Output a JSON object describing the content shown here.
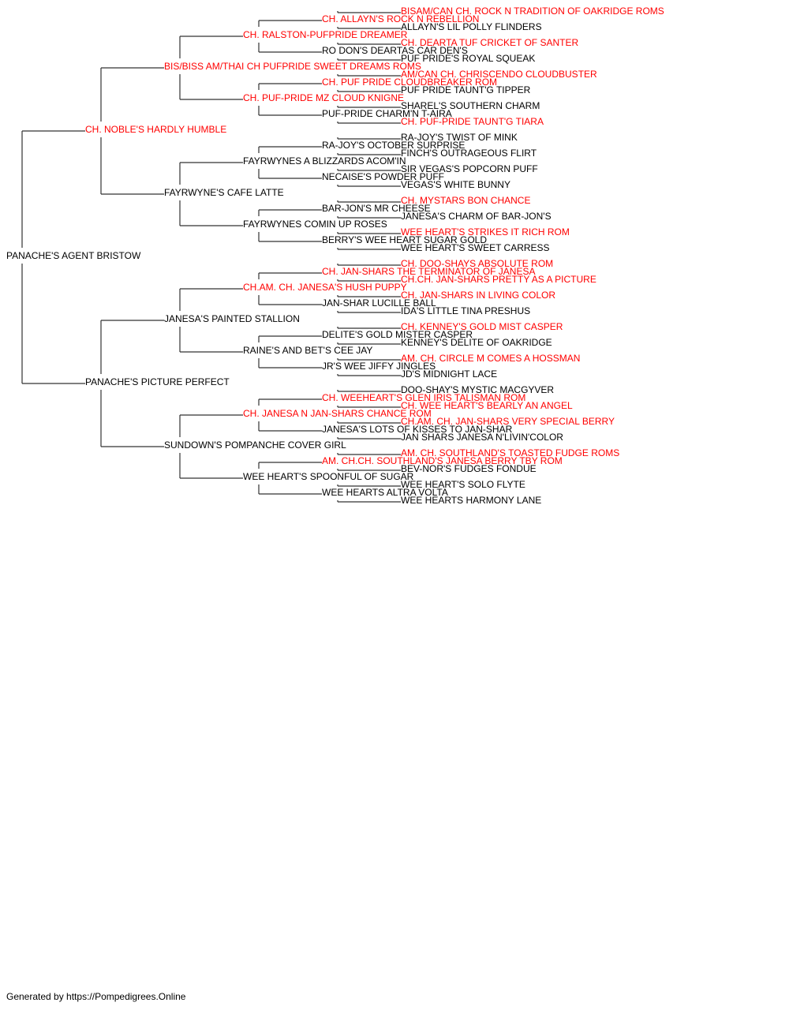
{
  "colors": {
    "champion": "#ff0000",
    "normal": "#000000",
    "line": "#333333"
  },
  "pedigree": [
    {
      "name": "PANACHE'S AGENT BRISTOW",
      "ch": false
    },
    {
      "name": "CH. NOBLE'S HARDLY HUMBLE",
      "ch": true
    },
    {
      "name": "PANACHE'S PICTURE PERFECT",
      "ch": false
    },
    {
      "name": "BIS/BISS AM/THAI CH PUFPRIDE SWEET DREAMS ROMS",
      "ch": true
    },
    {
      "name": "FAYRWYNE'S CAFE LATTE",
      "ch": false
    },
    {
      "name": "JANESA'S PAINTED STALLION",
      "ch": false
    },
    {
      "name": "SUNDOWN'S POMPANCHE COVER GIRL",
      "ch": false
    },
    {
      "name": "CH. RALSTON-PUFPRIDE DREAMER",
      "ch": true
    },
    {
      "name": "CH. PUF-PRIDE MZ CLOUD KNIGNE",
      "ch": true
    },
    {
      "name": "FAYRWYNES A BLIZZARDS ACOM'IN",
      "ch": false
    },
    {
      "name": "FAYRWYNES COMIN UP ROSES",
      "ch": false
    },
    {
      "name": "CH.AM. CH. JANESA'S HUSH PUPPY",
      "ch": true
    },
    {
      "name": "RAINE'S AND BET'S CEE JAY",
      "ch": false
    },
    {
      "name": "CH. JANESA N JAN-SHARS CHANCE ROM",
      "ch": true
    },
    {
      "name": "WEE HEART'S SPOONFUL OF SUGAR",
      "ch": false
    },
    {
      "name": "CH. ALLAYN'S ROCK N REBELLION",
      "ch": true
    },
    {
      "name": "RO DON'S DEARTAS CAR DEN'S",
      "ch": false
    },
    {
      "name": "CH. PUF PRIDE CLOUDBREAKER ROM",
      "ch": true
    },
    {
      "name": "PUF-PRIDE CHARM'N T-AIRA",
      "ch": false
    },
    {
      "name": "RA-JOY'S OCTOBER SURPRISE",
      "ch": false
    },
    {
      "name": "NECAISE'S POWDER PUFF",
      "ch": false
    },
    {
      "name": "BAR-JON'S MR CHEESE",
      "ch": false
    },
    {
      "name": "BERRY'S WEE HEART SUGAR GOLD",
      "ch": false
    },
    {
      "name": "CH. JAN-SHARS THE TERMINATOR OF JANESA",
      "ch": true
    },
    {
      "name": "JAN-SHAR LUCILLE BALL",
      "ch": false
    },
    {
      "name": "DELITE'S GOLD MISTER CASPER",
      "ch": false
    },
    {
      "name": "JR'S WEE JIFFY JINGLES",
      "ch": false
    },
    {
      "name": "CH. WEEHEART'S GLEN IRIS TALISMAN ROM",
      "ch": true
    },
    {
      "name": "JANESA'S LOTS OF KISSES TO JAN-SHAR",
      "ch": false
    },
    {
      "name": "AM. CH.CH. SOUTHLAND'S JANESA BERRY TBY ROM",
      "ch": true
    },
    {
      "name": "WEE HEARTS ALTRA VOLTA",
      "ch": false
    },
    {
      "name": "BISAM/CAN CH. ROCK N TRADITION OF OAKRIDGE ROMS",
      "ch": true
    },
    {
      "name": "ALLAYN'S LIL POLLY FLINDERS",
      "ch": false
    },
    {
      "name": "CH. DEARTA TUF CRICKET OF SANTER",
      "ch": true
    },
    {
      "name": "PUF PRIDE'S ROYAL SQUEAK",
      "ch": false
    },
    {
      "name": "AM/CAN CH. CHRISCENDO CLOUDBUSTER",
      "ch": true
    },
    {
      "name": "PUF PRIDE TAUNT'G TIPPER",
      "ch": false
    },
    {
      "name": "SHAREL'S SOUTHERN CHARM",
      "ch": false
    },
    {
      "name": "CH. PUF-PRIDE TAUNT'G TIARA",
      "ch": true
    },
    {
      "name": "RA-JOY'S TWIST OF MINK",
      "ch": false
    },
    {
      "name": "FINCH'S OUTRAGEOUS FLIRT",
      "ch": false
    },
    {
      "name": "SIR VEGAS'S POPCORN PUFF",
      "ch": false
    },
    {
      "name": "VEGAS'S WHITE BUNNY",
      "ch": false
    },
    {
      "name": "CH. MYSTARS BON CHANCE",
      "ch": true
    },
    {
      "name": "JANESA'S CHARM OF BAR-JON'S",
      "ch": false
    },
    {
      "name": "WEE HEART'S STRIKES IT RICH ROM",
      "ch": true
    },
    {
      "name": "WEE HEART'S SWEET CARRESS",
      "ch": false
    },
    {
      "name": "CH. DOO-SHAYS ABSOLUTE ROM",
      "ch": true
    },
    {
      "name": "CH.CH. JAN-SHARS PRETTY AS A PICTURE",
      "ch": true
    },
    {
      "name": "CH. JAN-SHARS IN LIVING COLOR",
      "ch": true
    },
    {
      "name": "IDA'S LITTLE TINA PRESHUS",
      "ch": false
    },
    {
      "name": "CH. KENNEY'S GOLD MIST CASPER",
      "ch": true
    },
    {
      "name": "KENNEY'S DELITE OF OAKRIDGE",
      "ch": false
    },
    {
      "name": "AM. CH. CIRCLE M COMES A HOSSMAN",
      "ch": true
    },
    {
      "name": "JD'S MIDNIGHT LACE",
      "ch": false
    },
    {
      "name": "DOO-SHAY'S MYSTIC MACGYVER",
      "ch": false
    },
    {
      "name": "CH. WEE HEART'S BEARLY AN ANGEL",
      "ch": true
    },
    {
      "name": "CH.AM. CH. JAN-SHARS VERY SPECIAL BERRY",
      "ch": true
    },
    {
      "name": "JAN SHARS JANESA N'LIVIN'COLOR",
      "ch": false
    },
    {
      "name": "AM. CH. SOUTHLAND'S TOASTED FUDGE ROMS",
      "ch": true
    },
    {
      "name": "BEV-NOR'S FUDGES FONDUE",
      "ch": false
    },
    {
      "name": "WEE HEART'S SOLO FLYTE",
      "ch": false
    },
    {
      "name": "WEE HEARTS HARMONY LANE",
      "ch": false
    }
  ],
  "footer": "Generated by https://Pompedigrees.Online"
}
